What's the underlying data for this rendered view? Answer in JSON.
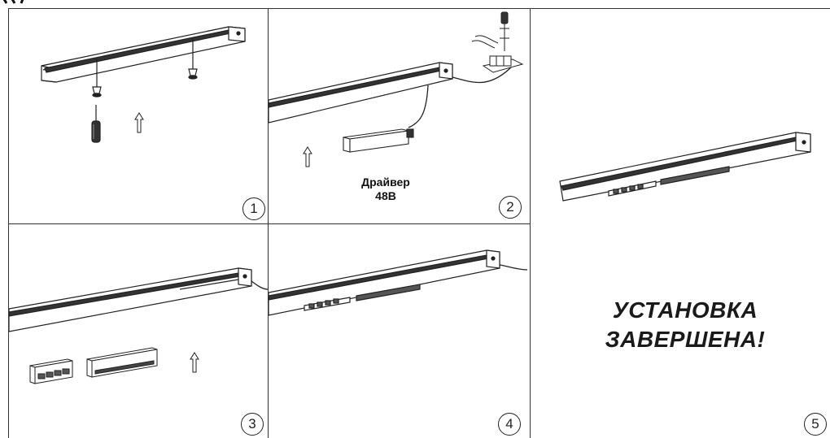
{
  "steps": [
    {
      "number": "1"
    },
    {
      "number": "2",
      "driver_label_line1": "Драйвер",
      "driver_label_line2": "48В"
    },
    {
      "number": "3"
    },
    {
      "number": "4"
    },
    {
      "number": "5",
      "completion_line1": "УСТАНОВКА",
      "completion_line2": "ЗАВЕРШЕНА!"
    }
  ]
}
